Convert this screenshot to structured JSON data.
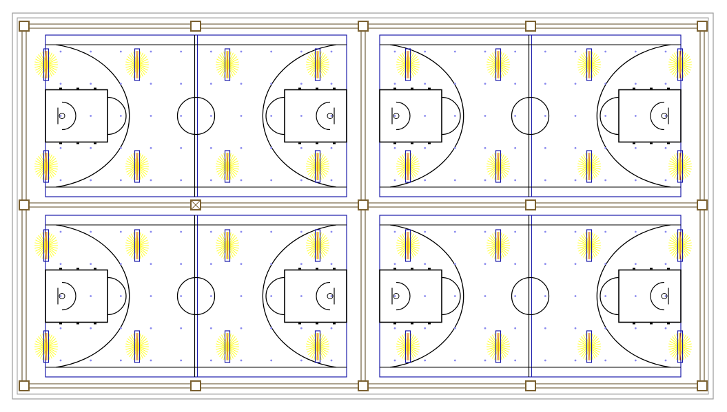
{
  "view": {
    "kind": "lighting-layout-plan",
    "description_shown": "",
    "courts": [
      {
        "id": "court-top-left"
      },
      {
        "id": "court-top-right"
      },
      {
        "id": "court-bottom-left"
      },
      {
        "id": "court-bottom-right"
      }
    ],
    "colors": {
      "frame": "#7a6a4a",
      "column": "#7a6030",
      "court_boundary": "#1a1aaa",
      "court_marking": "#000000",
      "fixture": "#1a1aaa",
      "fixture_core": "#cc2222",
      "light_burst": "#ffff33",
      "measure_point": "#8888ee",
      "background": "#ffffff"
    },
    "icons": {
      "fixture": "floodlight-icon",
      "column": "column-icon",
      "point": "calculation-point-icon"
    }
  }
}
